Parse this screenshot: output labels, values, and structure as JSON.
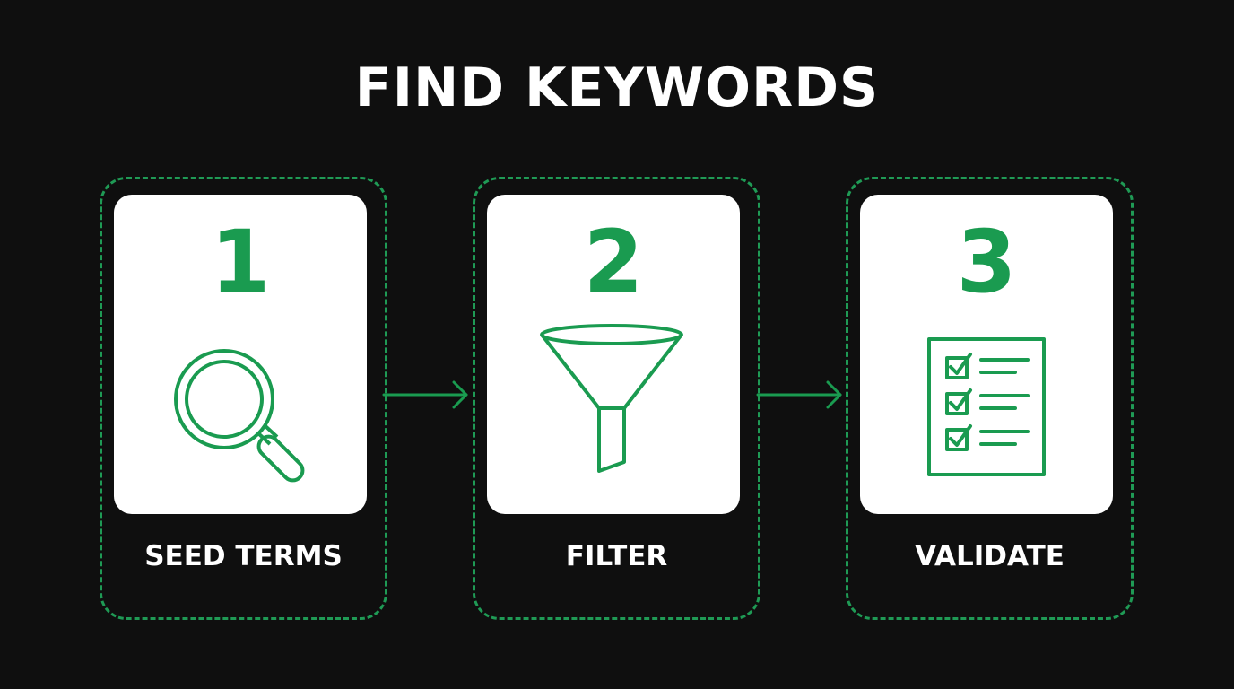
{
  "title": "FIND KEYWORDS",
  "accent_color": "#1a9b50",
  "steps": [
    {
      "number": "1",
      "label": "SEED TERMS",
      "icon": "magnifying-glass-icon"
    },
    {
      "number": "2",
      "label": "FILTER",
      "icon": "funnel-icon"
    },
    {
      "number": "3",
      "label": "VALIDATE",
      "icon": "checklist-icon"
    }
  ]
}
